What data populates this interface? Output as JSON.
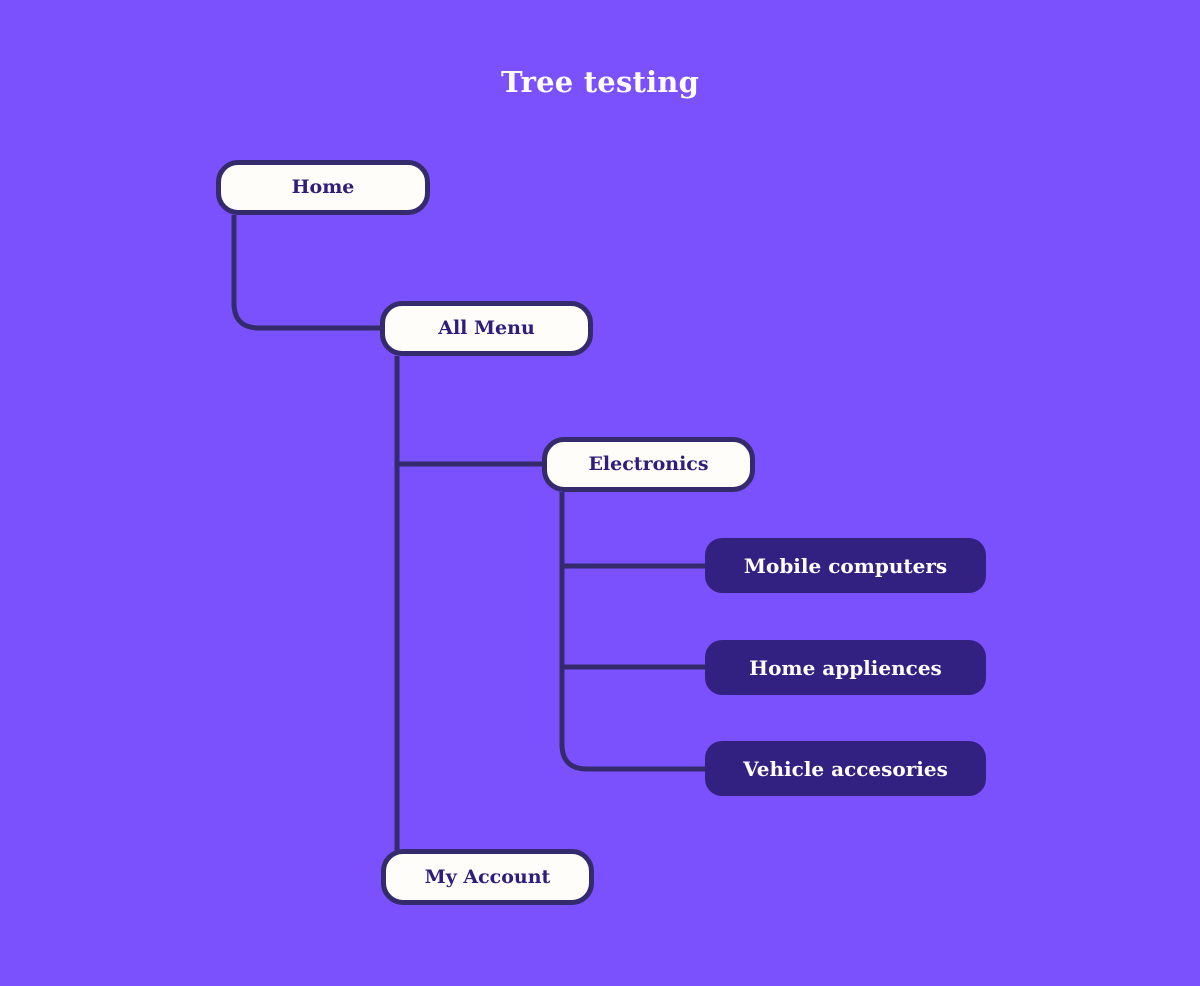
{
  "page": {
    "title": "Tree testing",
    "background_color": "#7b51fd",
    "line_color": "#332b6b",
    "light_node_fill": "#fffdfa",
    "light_node_text": "#2e1d7a",
    "dark_node_fill": "#332182",
    "dark_node_text": "#fffdfa"
  },
  "tree": {
    "root": {
      "label": "Home",
      "style": "light"
    },
    "nodes": [
      {
        "id": "home",
        "label": "Home",
        "style": "light",
        "level": 0,
        "parent": null
      },
      {
        "id": "all-menu",
        "label": "All Menu",
        "style": "light",
        "level": 1,
        "parent": "home"
      },
      {
        "id": "electronics",
        "label": "Electronics",
        "style": "light",
        "level": 2,
        "parent": "all-menu"
      },
      {
        "id": "mobile-computers",
        "label": "Mobile computers",
        "style": "dark",
        "level": 3,
        "parent": "electronics"
      },
      {
        "id": "home-appliences",
        "label": "Home appliences",
        "style": "dark",
        "level": 3,
        "parent": "electronics"
      },
      {
        "id": "vehicle-accesories",
        "label": "Vehicle accesories",
        "style": "dark",
        "level": 3,
        "parent": "electronics"
      },
      {
        "id": "my-account",
        "label": "My Account",
        "style": "light",
        "level": 2,
        "parent": "all-menu"
      }
    ]
  }
}
